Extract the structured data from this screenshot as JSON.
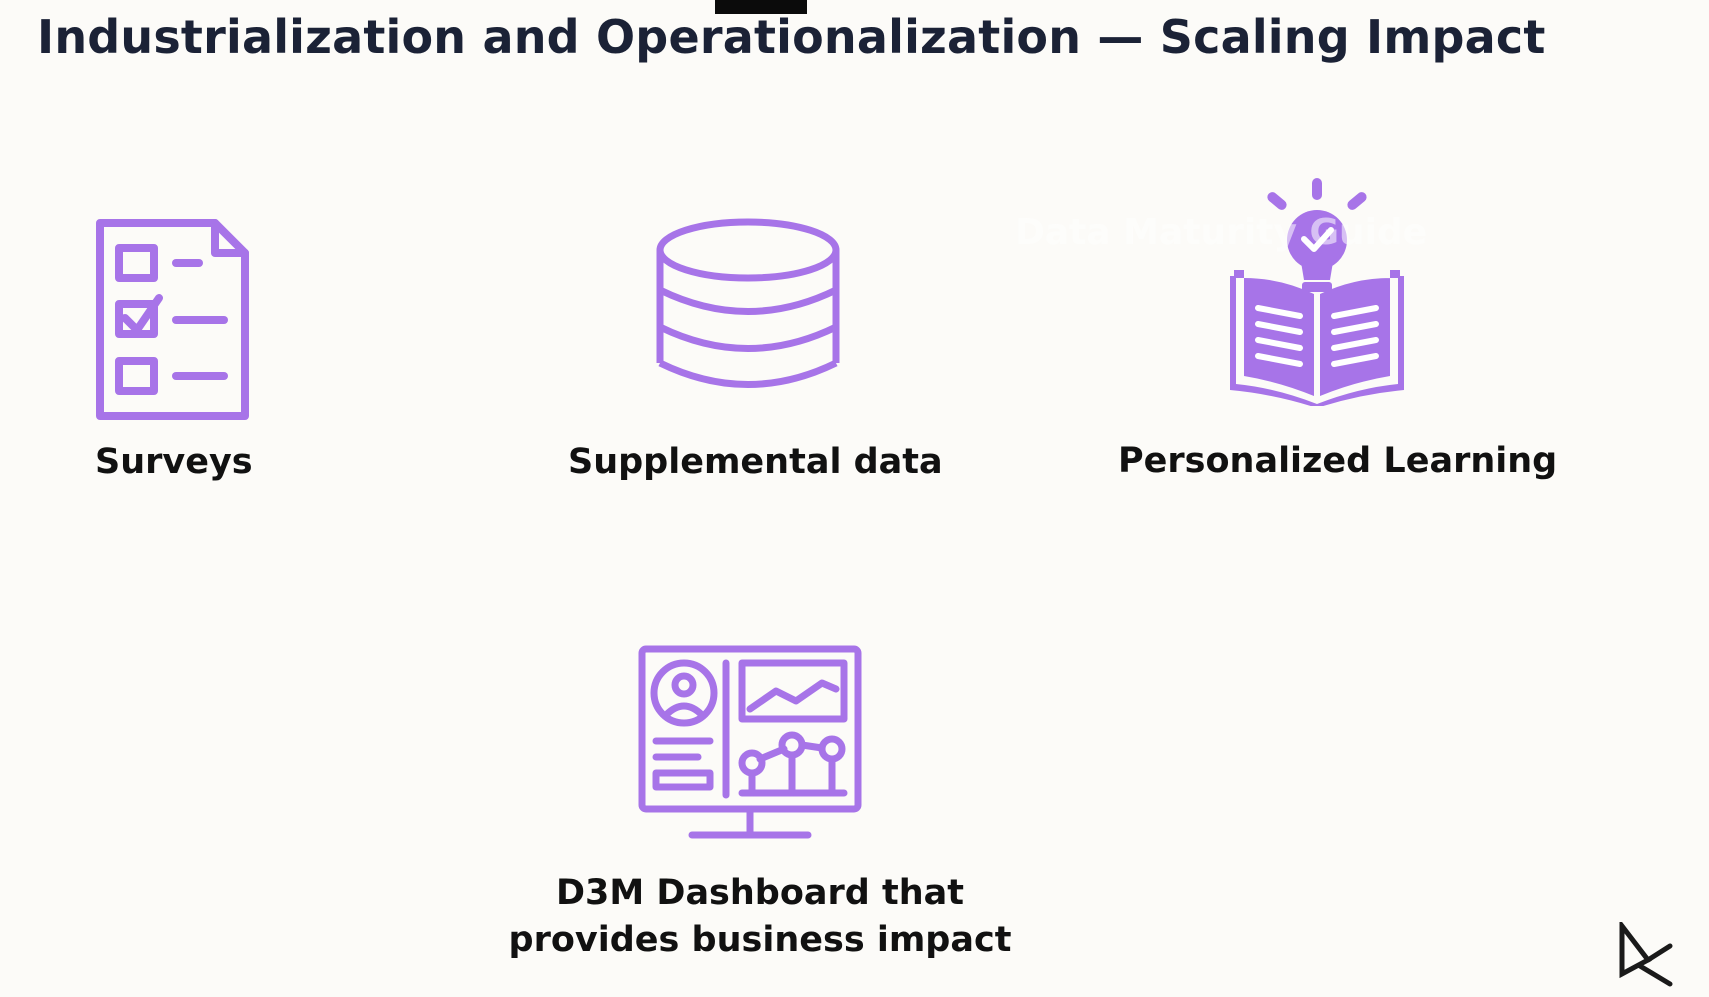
{
  "title": "Industrialization and Operationalization — Scaling Impact",
  "accent_color": "#a774e8",
  "watermark_text": "Data Maturity Guide",
  "items": [
    {
      "icon": "survey-checklist-icon",
      "label": "Surveys"
    },
    {
      "icon": "database-icon",
      "label": "Supplemental data"
    },
    {
      "icon": "lightbulb-book-icon",
      "label": "Personalized Learning"
    },
    {
      "icon": "dashboard-monitor-icon",
      "label_line1": "D3M Dashboard that",
      "label_line2": "provides business impact"
    }
  ],
  "logo_icon": "datacamp-logo-icon"
}
